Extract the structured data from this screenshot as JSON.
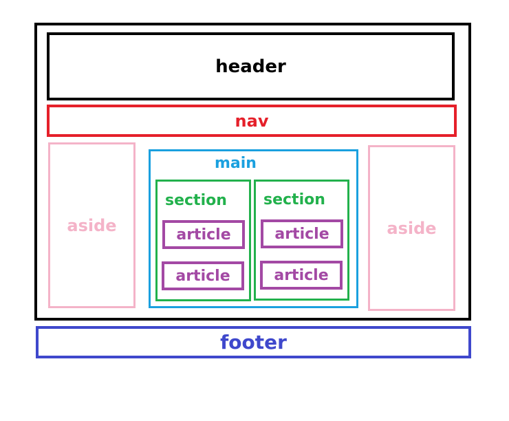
{
  "diagram": {
    "header": "header",
    "nav": "nav",
    "aside_left": "aside",
    "aside_right": "aside",
    "main": "main",
    "sections": [
      {
        "label": "section",
        "articles": [
          "article",
          "article"
        ]
      },
      {
        "label": "section",
        "articles": [
          "article",
          "article"
        ]
      }
    ],
    "footer": "footer"
  },
  "colors": {
    "outer_border": "#000000",
    "header": "#000000",
    "nav": "#e5202a",
    "aside": "#f4b3c8",
    "main": "#1aa0df",
    "section": "#22b14c",
    "article": "#a349a4",
    "footer": "#3f48cc"
  }
}
